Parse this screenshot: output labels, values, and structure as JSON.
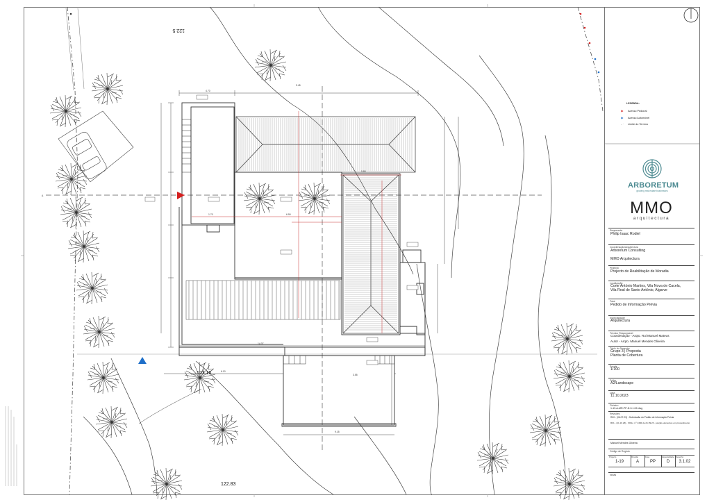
{
  "title_block": {
    "requerente_label": "Requerente",
    "requerente": "Philip Isaac Rodiel",
    "coordenacao_label": "Coordenação/Arquitectura",
    "coordenacao_1": "Arboretum Consulting",
    "coordenacao_2": "MMO Arquitectura",
    "projecto_label": "Projecto",
    "projecto": "Projecto de Reabilitação de Moradia",
    "localizacao_label": "Localização",
    "localizacao_1": "Corte António Martins, Vila Nova de Cacela,",
    "localizacao_2": "Vila Real de Santo António, Algarve",
    "fase_label": "Fase",
    "fase": "Pedido de Informação Prévia",
    "especialidade_label": "Especialidade",
    "especialidade": "Arquitectura",
    "tecnico_label": "Técnico Responsável",
    "tecnico_1": "Coordenação - Arqto. Rui Manuel Mateus",
    "tecnico_2": "Autor - Arqto. Manuel Mendes Oliveira",
    "titulo_label": "Título do Desenho",
    "titulo_1": "Grupo 3 | Proposta",
    "titulo_2": "Planta de Cobertura",
    "escala_label": "Escala",
    "escala": "1/100",
    "folha_label": "Folha",
    "folha": "A2/Landscape",
    "data_label": "Data",
    "data": "11.10.2023",
    "ficheiro_label": "Ficheiro",
    "ficheiro": "1-19-A-MR-PP-D-3.1.02.dwg",
    "revisoes_label": "Revisões",
    "revisao_1": "R00 - (06.07.23) - Submissão do Pedido de Informação Prévia",
    "revisao_2": "R01 - (11.10.23) - Oficio n.º 1482 de 21.09.23 - junção elementos em procedimento",
    "assinatura": "Manuel Mendes Oliveira",
    "codigo_label": "Código de Registo",
    "code_headers": [
      "Projecto",
      "Revisão",
      "Fase",
      "Especialidade",
      "Desenho"
    ],
    "code_values": [
      "1-19",
      "A",
      "PP",
      "D",
      "3.1.02"
    ],
    "notas_label": "Notas"
  },
  "legend": {
    "title": "LEGENDA:",
    "items": [
      {
        "label": "Acesso Pedonal",
        "color": "#d42020"
      },
      {
        "label": "Acesso Automóvel",
        "color": "#1e6fc9"
      },
      {
        "label": "Limite do Terreno",
        "color": "#555555"
      }
    ]
  },
  "logos": {
    "arboretum_name": "ARBORETUM",
    "arboretum_tagline": "growing real estate businesses",
    "mmo_name": "MMO",
    "mmo_sub": "arquitectura"
  },
  "plan": {
    "elevations": [
      "122.5",
      "123.16",
      "122.83"
    ],
    "section_marker": "A",
    "colors": {
      "pedestrian": "#d42020",
      "vehicle": "#1e6fc9",
      "dimension": "#c83030",
      "line": "#333333"
    }
  }
}
